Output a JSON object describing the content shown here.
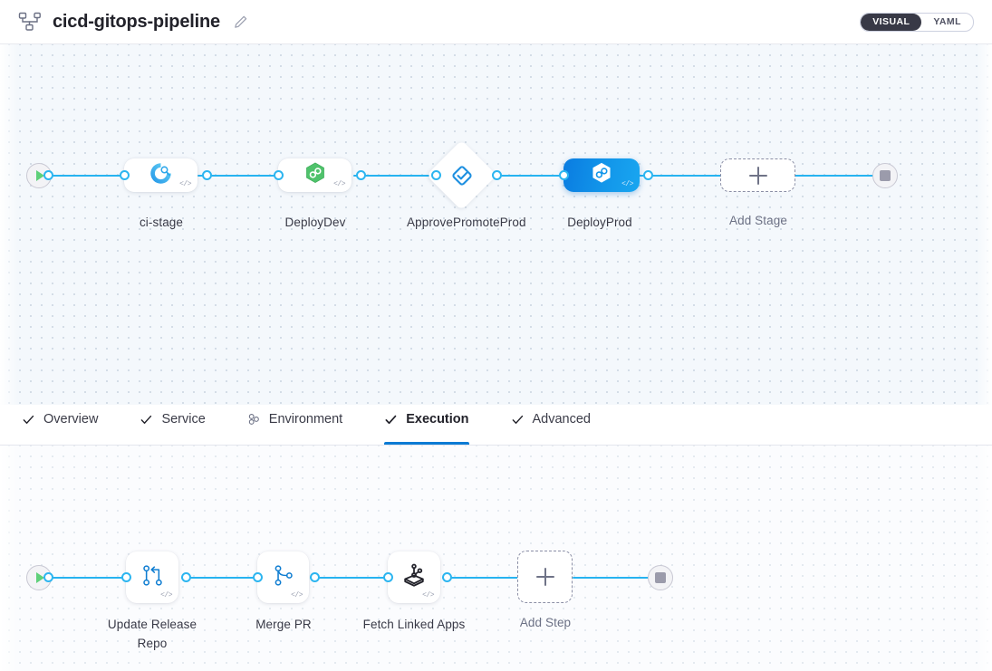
{
  "header": {
    "pipeline_icon": "pipeline-icon",
    "title": "cicd-gitops-pipeline",
    "edit_icon": "pencil-edit-icon",
    "view_toggle": {
      "options": [
        {
          "label": "VISUAL",
          "active": true
        },
        {
          "label": "YAML",
          "active": false
        }
      ]
    }
  },
  "colors": {
    "accent_blue": "#0b7bd4",
    "edge_blue": "#27b3f0",
    "selected_node": "#1296ea",
    "canvas_top_bg": "#f4f8fc",
    "canvas_bottom_bg": "#fbfcfe",
    "start_green": "#5fd07a",
    "stop_gray": "#9b9bab",
    "toggle_active_bg": "#383946"
  },
  "stage_graph": {
    "start_node": {
      "name": "pipeline-start",
      "icon": "play-icon"
    },
    "end_node": {
      "name": "pipeline-end",
      "icon": "stop-icon"
    },
    "stages": [
      {
        "label": "ci-stage",
        "icon": "ci-build-icon",
        "selected": false,
        "code_marker": "</>"
      },
      {
        "label": "DeployDev",
        "icon": "argo-hexagon-green-icon",
        "selected": false,
        "code_marker": "</>"
      },
      {
        "label": "ApprovePromoteProd",
        "icon": "approval-diamond-check-icon",
        "selected": false,
        "shape": "diamond"
      },
      {
        "label": "DeployProd",
        "icon": "argo-hexagon-white-icon",
        "selected": true,
        "code_marker": "</>"
      }
    ],
    "add_stage": {
      "label": "Add Stage",
      "icon": "plus-icon"
    }
  },
  "tabs": [
    {
      "label": "Overview",
      "icon": "check-icon",
      "active": false
    },
    {
      "label": "Service",
      "icon": "check-icon",
      "active": false
    },
    {
      "label": "Environment",
      "icon": "environment-cluster-icon",
      "active": false
    },
    {
      "label": "Execution",
      "icon": "check-icon",
      "active": true
    },
    {
      "label": "Advanced",
      "icon": "check-icon",
      "active": false
    }
  ],
  "step_graph": {
    "start_node": {
      "name": "execution-start",
      "icon": "play-icon"
    },
    "end_node": {
      "name": "execution-end",
      "icon": "stop-icon"
    },
    "steps": [
      {
        "label": "Update Release Repo",
        "icon": "git-branch-update-icon",
        "code_marker": "</>"
      },
      {
        "label": "Merge PR",
        "icon": "git-merge-icon",
        "code_marker": "</>"
      },
      {
        "label": "Fetch Linked Apps",
        "icon": "fetch-linked-apps-icon",
        "code_marker": "</>"
      }
    ],
    "add_step": {
      "label": "Add Step",
      "icon": "plus-icon"
    }
  }
}
